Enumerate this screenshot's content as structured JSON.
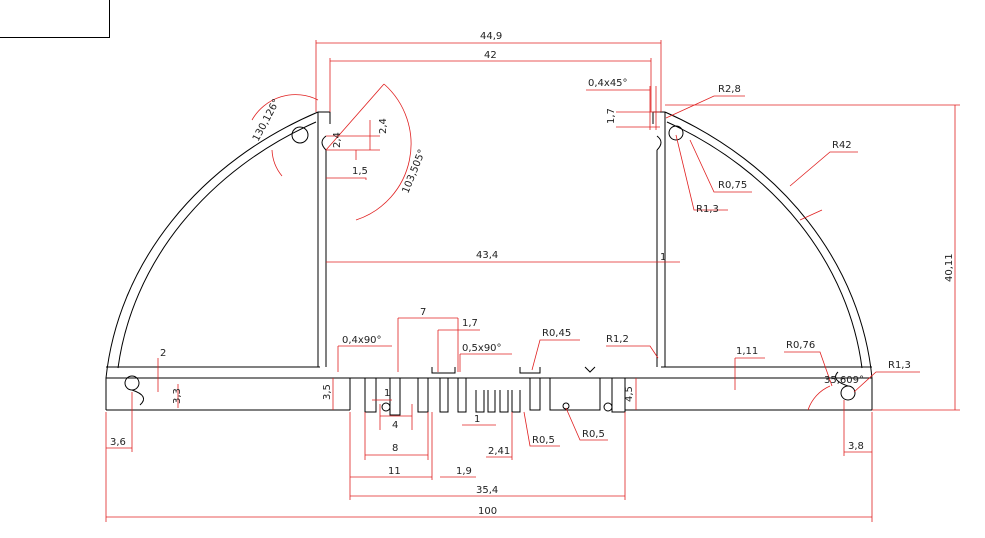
{
  "drawing": {
    "colors": {
      "outline": "#000000",
      "dimension": "#e02020",
      "text": "#222222"
    },
    "labels": {
      "d_44_9": "44,9",
      "d_42": "42",
      "d_0_4x45": "0,4x45°",
      "d_1_7_top": "1,7",
      "d_R2_8": "R2,8",
      "d_130": "130,126°",
      "d_2_4a": "2,4",
      "d_2_4b": "2,4",
      "d_1_5": "1,5",
      "d_103": "103,505°",
      "d_R42": "R42",
      "d_R0_75": "R0,75",
      "d_R1_3_top": "R1,3",
      "d_43_4": "43,4",
      "d_1_right": "1",
      "d_40_11": "40,11",
      "d_7": "7",
      "d_1_7_mid": "1,7",
      "d_0_4x90": "0,4x90°",
      "d_0_5x90": "0,5x90°",
      "d_R0_45": "R0,45",
      "d_R1_2": "R1,2",
      "d_1_11": "1,11",
      "d_R0_76": "R0,76",
      "d_35_6": "35,609°",
      "d_R1_3_bot": "R1,3",
      "d_2": "2",
      "d_3_3": "3,3",
      "d_3_5": "3,5",
      "d_1_small": "1",
      "d_4": "4",
      "d_1_center": "1",
      "d_4_5": "4,5",
      "d_3_6": "3,6",
      "d_8": "8",
      "d_2_41": "2,41",
      "d_R0_5a": "R0,5",
      "d_R0_5b": "R0,5",
      "d_3_8": "3,8",
      "d_11": "11",
      "d_1_9": "1,9",
      "d_35_4": "35,4",
      "d_100": "100"
    }
  }
}
